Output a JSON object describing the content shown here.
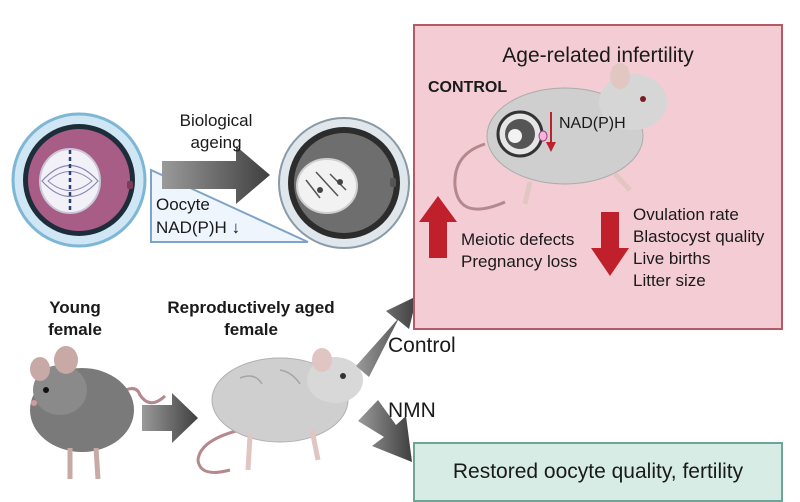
{
  "labels": {
    "biological_ageing": "Biological\nageing",
    "oocyte": "Oocyte",
    "nadph_triangle": "NAD(P)H",
    "young_female": "Young\nfemale",
    "aged_female": "Reproductively aged\nfemale",
    "control_arrow": "Control",
    "nmn_arrow": "NMN"
  },
  "infertility_box": {
    "title": "Age-related infertility",
    "control_label": "CONTROL",
    "nadph_label": "NAD(P)H",
    "increased": [
      "Meiotic defects",
      "Pregnancy loss"
    ],
    "decreased": [
      "Ovulation rate",
      "Blastocyst quality",
      "Live births",
      "Litter size"
    ]
  },
  "restored_box": {
    "title": "Restored oocyte quality, fertility"
  },
  "colors": {
    "infertility_fill": "#f3cdd3",
    "infertility_border": "#b45a66",
    "restored_fill": "#d8ece6",
    "arrow_red": "#c0202b",
    "arrow_gray": "#555555"
  }
}
